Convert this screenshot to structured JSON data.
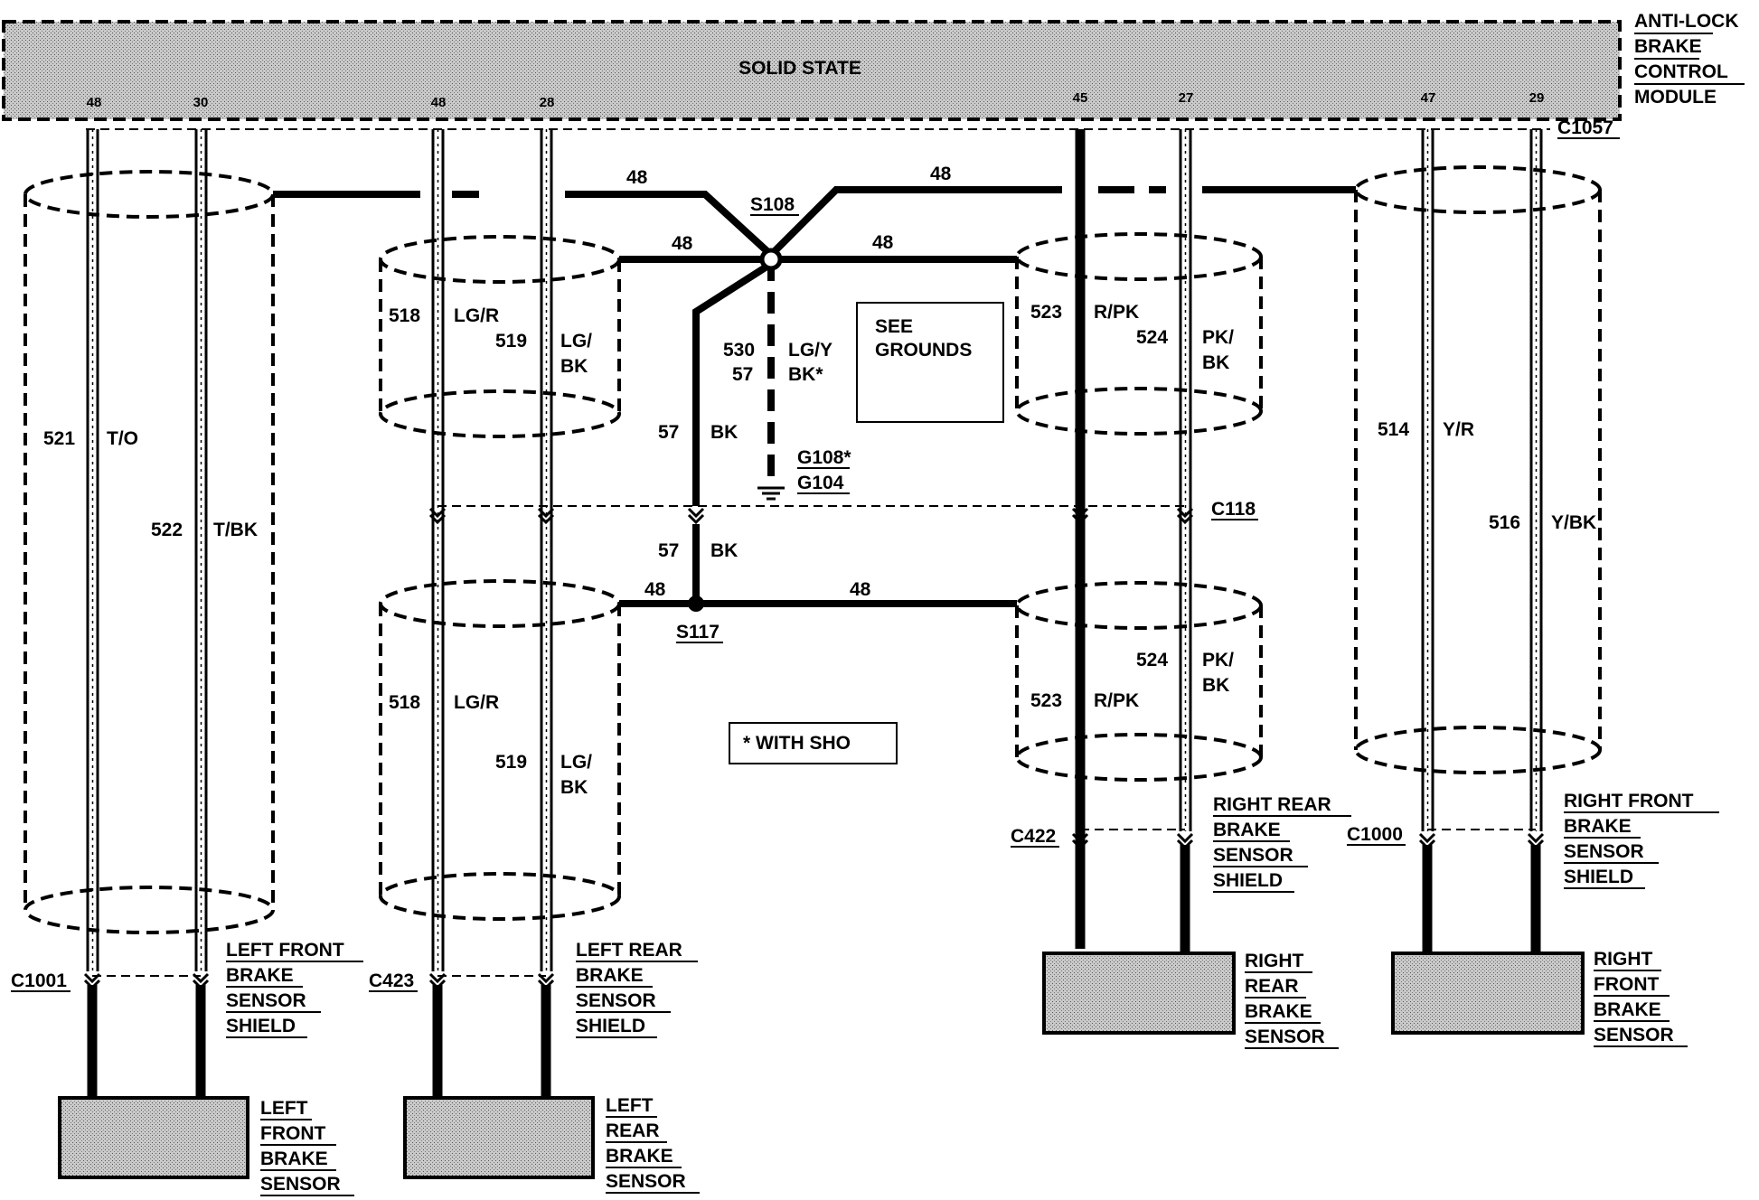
{
  "module": {
    "title_lines": [
      "ANTI-LOCK",
      "BRAKE",
      "CONTROL",
      "MODULE"
    ],
    "center_text": "SOLID STATE",
    "pins": [
      "48",
      "30",
      "48",
      "28",
      "45",
      "27",
      "47",
      "29"
    ],
    "connector": "C1057"
  },
  "splices": {
    "s108": "S108",
    "s117": "S117"
  },
  "ground": {
    "g108": "G108*",
    "g104": "G104"
  },
  "boxes": {
    "see_grounds_1": "SEE",
    "see_grounds_2": "GROUNDS",
    "with_sho": "* WITH SHO"
  },
  "connectors": {
    "c118": "C118",
    "c1001": "C1001",
    "c423": "C423",
    "c422": "C422",
    "c1000": "C1000"
  },
  "wires": {
    "w48": "48",
    "w521": "521",
    "to": "T/O",
    "w522": "522",
    "tbk": "T/BK",
    "w518": "518",
    "lgr": "LG/R",
    "w519": "519",
    "lg_slash": "LG/",
    "bk": "BK",
    "w530": "530",
    "lgy": "LG/Y",
    "w57": "57",
    "bk_star": "BK*",
    "w523": "523",
    "rpk": "R/PK",
    "w524": "524",
    "pk_slash": "PK/",
    "w514": "514",
    "yr": "Y/R",
    "w516": "516",
    "ybk": "Y/BK"
  },
  "sensors": {
    "left_front": [
      "LEFT",
      "FRONT",
      "BRAKE",
      "SENSOR"
    ],
    "left_rear": [
      "LEFT",
      "REAR",
      "BRAKE",
      "SENSOR"
    ],
    "right_rear": [
      "RIGHT",
      "REAR",
      "BRAKE",
      "SENSOR"
    ],
    "right_front": [
      "RIGHT",
      "FRONT",
      "BRAKE",
      "SENSOR"
    ]
  },
  "shields": {
    "left_front": [
      "LEFT FRONT",
      "BRAKE",
      "SENSOR",
      "SHIELD"
    ],
    "left_rear": [
      "LEFT REAR",
      "BRAKE",
      "SENSOR",
      "SHIELD"
    ],
    "right_rear": [
      "RIGHT REAR",
      "BRAKE",
      "SENSOR",
      "SHIELD"
    ],
    "right_front": [
      "RIGHT FRONT",
      "BRAKE",
      "SENSOR",
      "SHIELD"
    ]
  }
}
